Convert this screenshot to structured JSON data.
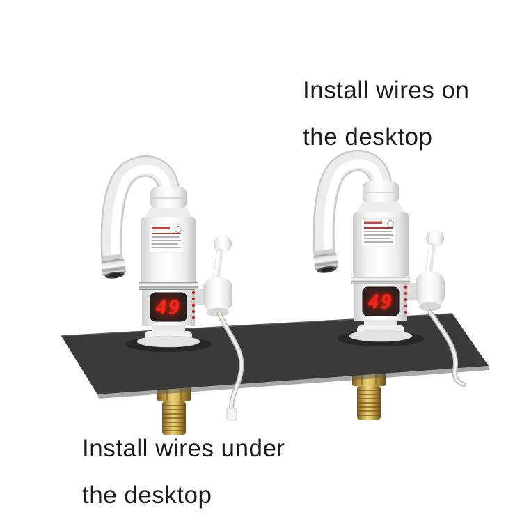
{
  "product_scene": {
    "caption_top": {
      "line1": "Install wires on",
      "line2": "the desktop"
    },
    "caption_bottom": {
      "line1": "Install wires under",
      "line2": "the desktop"
    },
    "faucets": [
      {
        "display_value": "49"
      },
      {
        "display_value": "49"
      }
    ],
    "colors": {
      "background": "#ffffff",
      "caption_text": "#1a1a1a",
      "display_digits": "#ff2312",
      "display_background": "#262020",
      "board": "#3a3a3a",
      "brass": "#c8a64b"
    }
  }
}
